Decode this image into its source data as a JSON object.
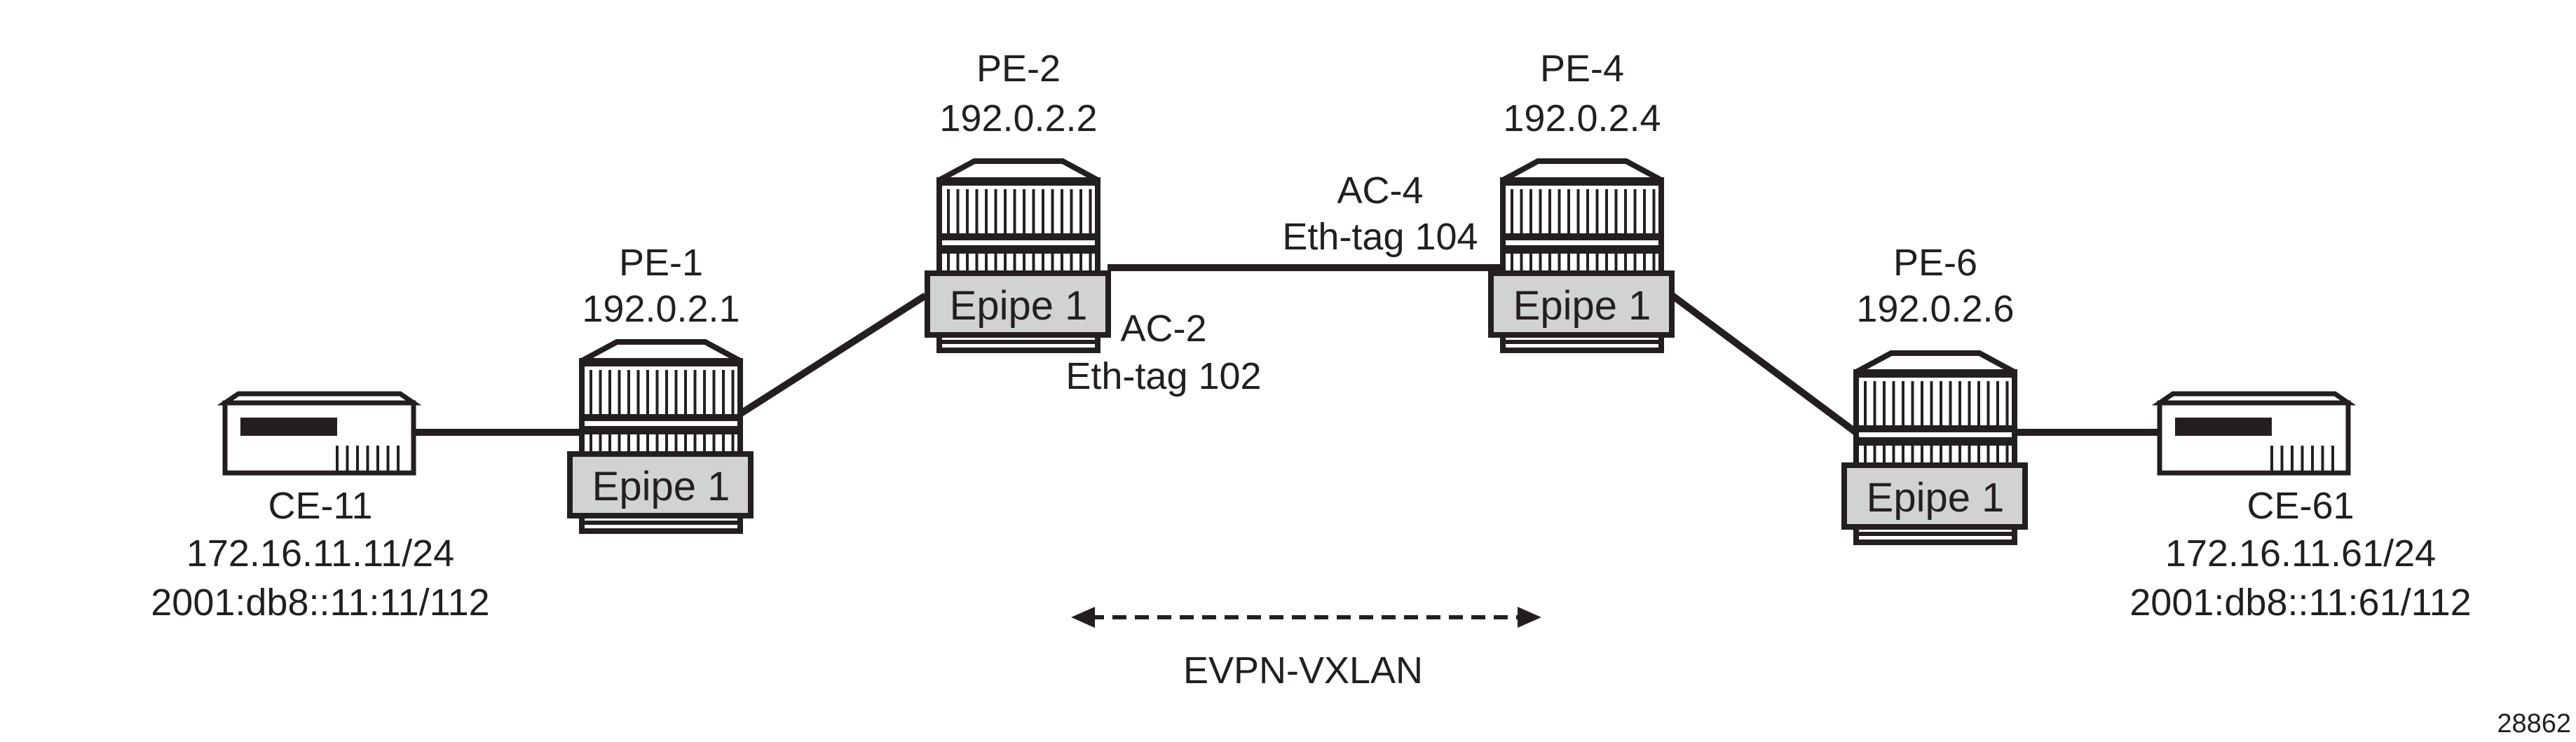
{
  "routers": [
    {
      "id": "pe-1",
      "name": "PE-1",
      "ip": "192.0.2.1",
      "service": "Epipe 1"
    },
    {
      "id": "pe-2",
      "name": "PE-2",
      "ip": "192.0.2.2",
      "service": "Epipe 1"
    },
    {
      "id": "pe-4",
      "name": "PE-4",
      "ip": "192.0.2.4",
      "service": "Epipe 1"
    },
    {
      "id": "pe-6",
      "name": "PE-6",
      "ip": "192.0.2.6",
      "service": "Epipe 1"
    }
  ],
  "ces": [
    {
      "id": "ce-11",
      "name": "CE-11",
      "ipv4": "172.16.11.11/24",
      "ipv6": "2001:db8::11:11/112"
    },
    {
      "id": "ce-61",
      "name": "CE-61",
      "ipv4": "172.16.11.61/24",
      "ipv6": "2001:db8::11:61/112"
    }
  ],
  "ac_labels": [
    {
      "name": "AC-2",
      "tag": "Eth-tag 102"
    },
    {
      "name": "AC-4",
      "tag": "Eth-tag 104"
    }
  ],
  "tunnel_label": "EVPN-VXLAN",
  "figure_id": "28862",
  "colors": {
    "line": "#231f20",
    "epipe_fill": "#d1d2d4"
  }
}
